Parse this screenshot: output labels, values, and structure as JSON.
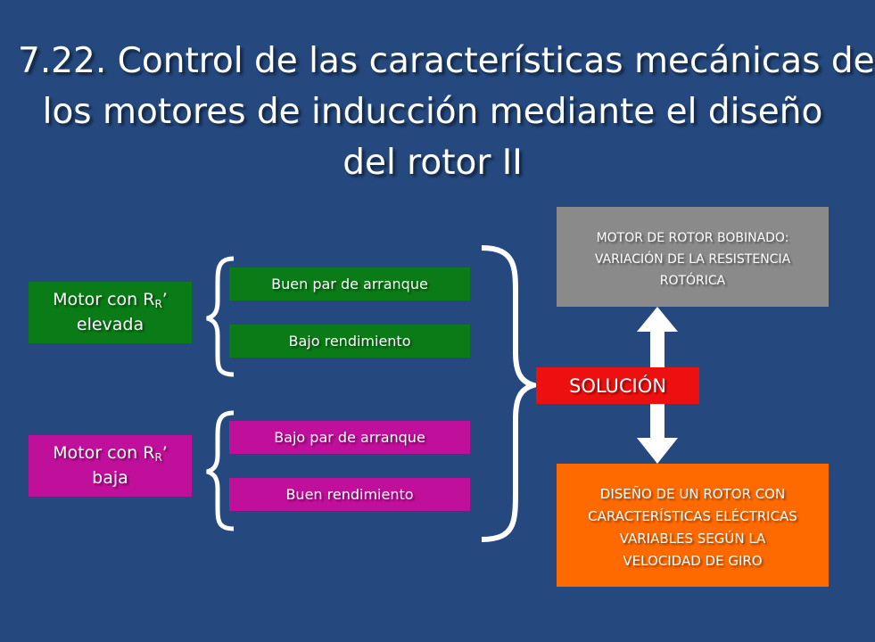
{
  "title": {
    "line1": "7.22. Control de las características mecánicas de",
    "line2": "los motores de inducción mediante el diseño",
    "line3": "del rotor II"
  },
  "motor_high": {
    "prefix": "Motor con  R",
    "subscript": "R",
    "suffix": "’",
    "line2": "elevada"
  },
  "motor_low": {
    "prefix": "Motor con  R",
    "subscript": "R",
    "suffix": "’",
    "line2": "baja"
  },
  "props_high": [
    "Buen par de arranque",
    "Bajo rendimiento"
  ],
  "props_low": [
    "Bajo par de arranque",
    "Buen rendimiento"
  ],
  "solution": "SOLUCIÓN",
  "wound_rotor": {
    "lines": [
      "MOTOR DE ROTOR BOBINADO:",
      "VARIACIÓN DE LA RESISTENCIA",
      "ROTÓRICA"
    ]
  },
  "rotor_design": {
    "lines": [
      "DISEÑO DE UN ROTOR CON",
      "CARACTERÍSTICAS ELÉCTRICAS",
      "VARIABLES SEGÚN LA",
      "VELOCIDAD DE GIRO"
    ]
  },
  "colors": {
    "background": "#25497f",
    "green": "#0a7b16",
    "magenta": "#c00f9b",
    "solution": "#ee1010",
    "wound_rotor": "#8a8a8a",
    "rotor_design": "#ff6a00",
    "arrow": "#ffffff"
  },
  "icons": [
    "left-brace-icon",
    "right-brace-icon",
    "double-arrow-icon"
  ]
}
